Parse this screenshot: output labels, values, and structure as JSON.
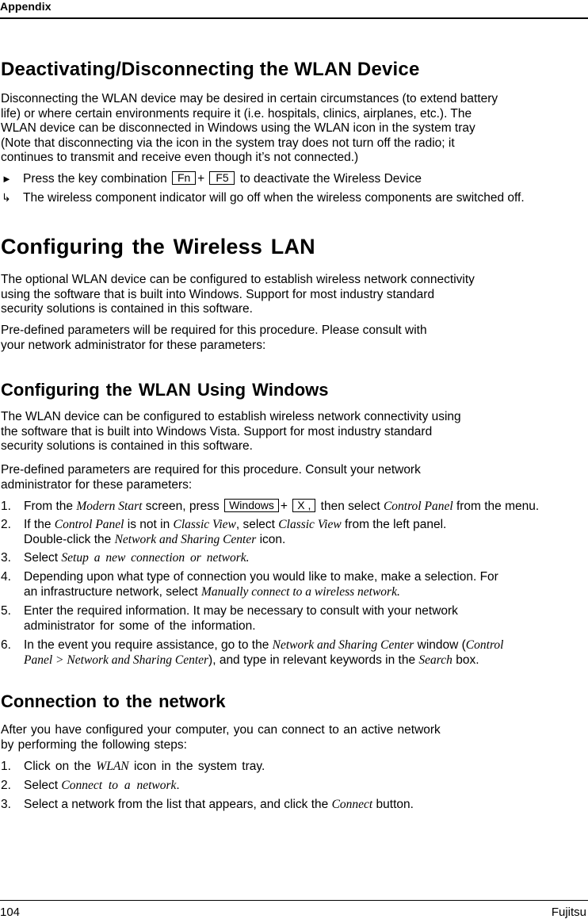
{
  "header": {
    "running_title": "Appendix"
  },
  "footer": {
    "page_number": "104",
    "publisher": "Fujitsu"
  },
  "section1": {
    "title": "Deactivating/Disconnecting the WLAN Device",
    "body_lines": [
      "Disconnecting the WLAN device may be desired in certain circumstances (to extend battery",
      "life) or where certain environments require it (i.e. hospitals, clinics, airplanes, etc.). The",
      "WLAN device can be disconnected in Windows using the WLAN icon in the system tray",
      "(Note that disconnecting via the icon in the system tray does not turn off the radio; it",
      "continues to transmit and receive even though it’s not connected.)"
    ],
    "action": {
      "marker": "►",
      "prefix": "Press the key combination",
      "key1": "Fn",
      "plus": "+",
      "key2": "F5",
      "suffix": "to deactivate the Wireless Device"
    },
    "result": {
      "marker": "↳",
      "text": "The wireless component indicator will go off when the wireless components are switched off."
    }
  },
  "section2": {
    "title": "Configuring the Wireless LAN",
    "para1_lines": [
      "The optional WLAN device can be configured to establish wireless network connectivity",
      "using the software that is built into Windows. Support for most industry standard",
      "security solutions is contained in this software."
    ],
    "para2_lines": [
      "Pre-defined parameters will be required for this procedure.  Please consult with",
      "your network administrator for these parameters:"
    ]
  },
  "section3": {
    "title": "Configuring the WLAN Using Windows",
    "para1_lines": [
      "The WLAN device can be configured to establish wireless network connectivity using",
      "the software that is built into Windows Vista. Support for most industry standard",
      "security solutions is contained in this software."
    ],
    "para2_lines": [
      "Pre-defined parameters are required for this procedure.  Consult your network",
      "administrator for these parameters:"
    ],
    "steps": {
      "s1": {
        "num": "1.",
        "a": "From the ",
        "i1": "Modern Start",
        "b": " screen, press ",
        "key1": "Windows",
        "plus": "+",
        "key2": "X ,",
        "c": " then select ",
        "i2": "Control Panel",
        "d": " from the menu."
      },
      "s2": {
        "num": "2.",
        "a": "If the ",
        "i1": "Control Panel",
        "b": " is not in ",
        "i2": "Classic View",
        "c": ", select ",
        "i3": "Classic View",
        "d": " from the left panel.",
        "e": "Double-click the ",
        "i4": "Network and Sharing Center",
        "f": " icon."
      },
      "s3": {
        "num": "3.",
        "a": "Select ",
        "i1": "Setup a new connection or network."
      },
      "s4": {
        "num": "4.",
        "a": "Depending upon what type of connection you would like to make, make a selection. For",
        "b": "an infrastructure network, select ",
        "i1": "Manually connect to a wireless network."
      },
      "s5": {
        "num": "5.",
        "a": "Enter the required information. It may be necessary to consult with your network",
        "b": "administrator for some of the information."
      },
      "s6": {
        "num": "6.",
        "a": "In the event you require assistance, go to the ",
        "i1": "Network and Sharing Center",
        "b": " window (",
        "i2": "Control",
        "i3": "Panel > Network and Sharing Center",
        "c": "), and type in relevant keywords in the ",
        "i4": "Search",
        "d": " box."
      }
    }
  },
  "section4": {
    "title": "Connection to the network",
    "para_lines": [
      "After you have configured your computer, you can connect to an active network",
      "by performing the following steps:"
    ],
    "steps": {
      "s1": {
        "num": "1.",
        "a": "Click on the ",
        "i1": "WLAN",
        "b": " icon in the system tray."
      },
      "s2": {
        "num": "2.",
        "a": "Select ",
        "i1": "Connect to a network",
        "b": "."
      },
      "s3": {
        "num": "3.",
        "a": "Select a network from the list that appears, and click the ",
        "i1": "Connect",
        "b": " button."
      }
    }
  }
}
